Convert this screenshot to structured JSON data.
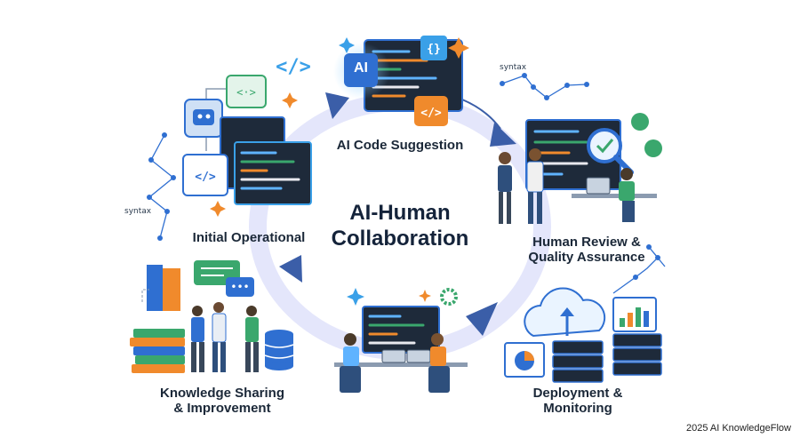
{
  "diagram": {
    "center_title_line1": "AI-Human",
    "center_title_line2": "Collaboration",
    "stages": {
      "ai_code_suggestion": "AI Code Suggestion",
      "human_review_line1": "Human Review &",
      "human_review_line2": "Quality Assurance",
      "deployment_line1": "Deployment &",
      "deployment_line2": "Monitoring",
      "knowledge_line1": "Knowledge Sharing",
      "knowledge_line2": "& Improvement",
      "initial_operational": "Initial Operational"
    },
    "ai_badge": "AI",
    "syntax_tag_top": "syntax",
    "syntax_tag_left": "syntax"
  },
  "footer": {
    "credit": "2025 AI KnowledgeFlow"
  },
  "colors": {
    "accent_blue": "#2f6fd1",
    "cycle_ring": "#e4e6fb",
    "arrow_blue": "#3b5ea8",
    "orange": "#f08a2c",
    "green": "#3aa76d",
    "dark_panel": "#1e2a3a"
  }
}
